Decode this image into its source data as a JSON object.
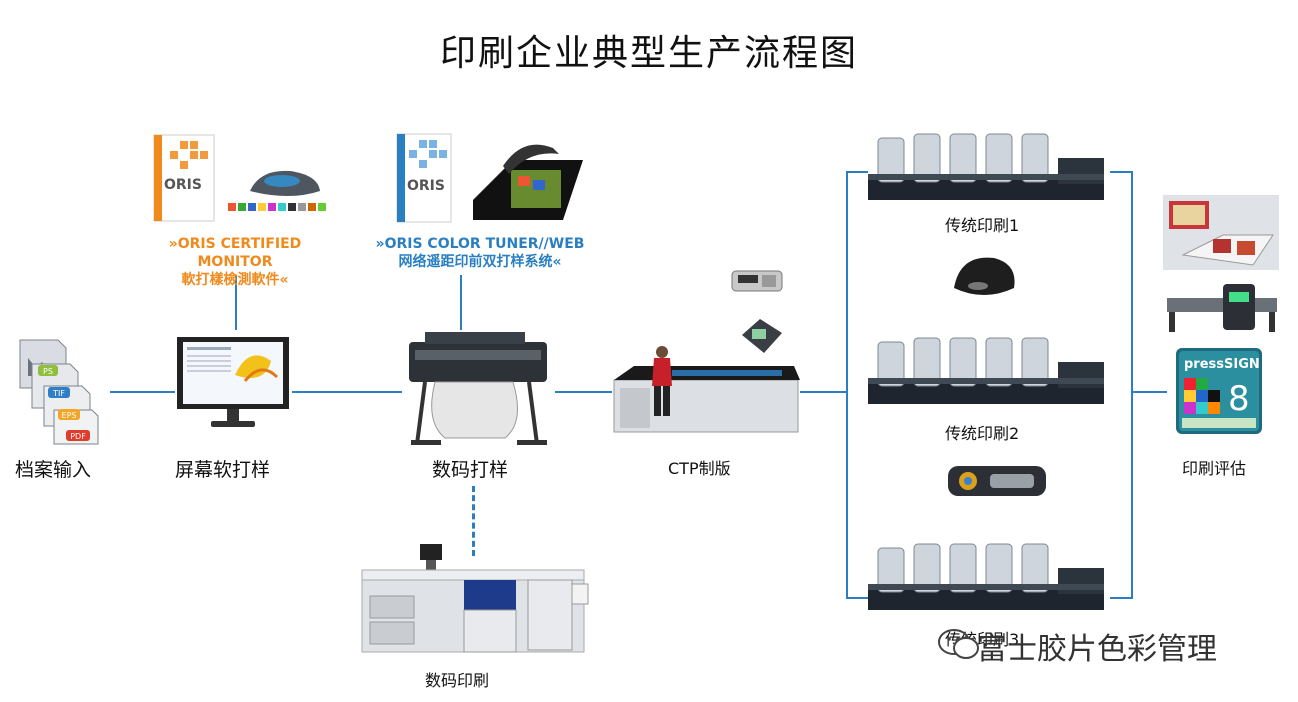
{
  "title": "印刷企业典型生产流程图",
  "nodes": {
    "file_input": "档案输入",
    "soft_proof": "屏幕软打样",
    "digital_proof": "数码打样",
    "ctp": "CTP制版",
    "digital_print": "数码印刷",
    "press1": "传统印刷1",
    "press2": "传统印刷2",
    "press3": "传统印刷3",
    "evaluation": "印刷评估"
  },
  "products": {
    "oris_monitor_line1": "»ORIS CERTIFIED MONITOR",
    "oris_monitor_line2": "軟打樣檢測軟件«",
    "oris_tuner_line1": "»ORIS COLOR TUNER//WEB",
    "oris_tuner_line2": "网络遥距印前双打样系统«",
    "box_brand": "ORIS",
    "presssign_label": "pressSIGN",
    "presssign_version": "8"
  },
  "file_badges": [
    "PS",
    "TIF",
    "EPS",
    "PDF"
  ],
  "watermark": "富士胶片色彩管理",
  "colors": {
    "connector": "#2b7ec0",
    "orange": "#f08a1c",
    "blue": "#2a7fc1"
  }
}
